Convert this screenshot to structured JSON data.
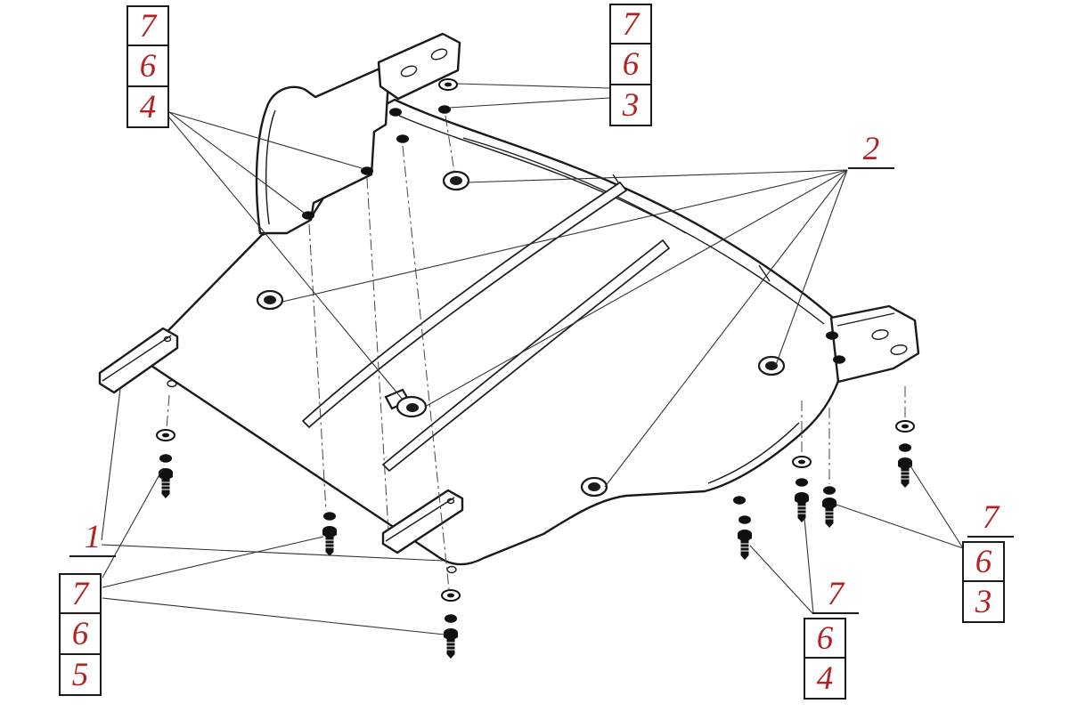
{
  "callouts": {
    "top_left": [
      "7",
      "6",
      "4"
    ],
    "top_right": [
      "7",
      "6",
      "3"
    ],
    "right_head": "2",
    "bottom_left_head": "1",
    "bottom_left": [
      "7",
      "6",
      "5"
    ],
    "bottom_mid_head": "7",
    "bottom_mid": [
      "6",
      "4"
    ],
    "bottom_right_head": "7",
    "bottom_right": [
      "6",
      "3"
    ]
  },
  "colors": {
    "line": "#1a1a1a",
    "callout_number": "#b22222",
    "background": "#ffffff"
  }
}
